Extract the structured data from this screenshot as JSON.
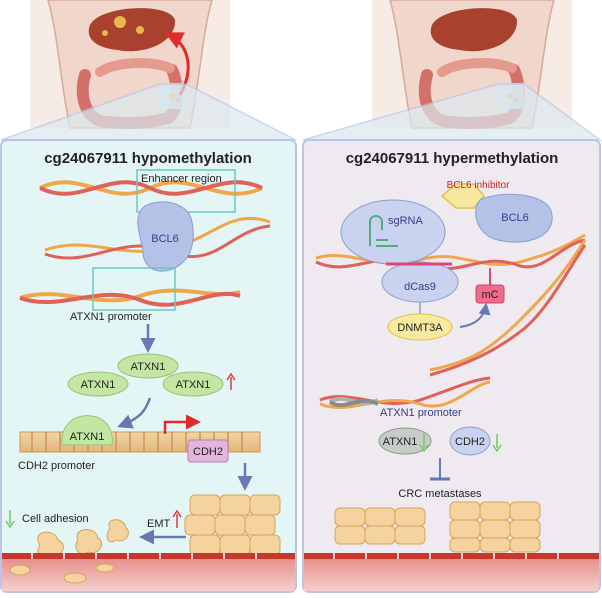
{
  "left_panel": {
    "title": "cg24067911 hypomethylation",
    "enhancer_label": "Enhancer region",
    "bcl6_label": "BCL6",
    "atxn1_promoter_label": "ATXN1 promoter",
    "atxn1_label": "ATXN1",
    "cdh2_promoter_label": "CDH2 promoter",
    "cdh2_label": "CDH2",
    "emt_label": "EMT",
    "cell_adhesion_label": "Cell adhesion"
  },
  "right_panel": {
    "title": "cg24067911 hypermethylation",
    "bcl6_inhibitor_label": "BCL6 inhibitor",
    "bcl6_label": "BCL6",
    "sgrna_label": "sgRNA",
    "dcas9_label": "dCas9",
    "mc_label": "mC",
    "dnmt3a_label": "DNMT3A",
    "atxn1_promoter_label": "ATXN1 promoter",
    "atxn1_label": "ATXN1",
    "cdh2_label": "CDH2",
    "metastases_label": "CRC metastases"
  },
  "colors": {
    "left_bg": "#e4f5f6",
    "right_bg": "#eeeaf0",
    "panel_border": "#b8c4ea",
    "bcl6": "#b4c2e8",
    "atxn1": "#c3e6a4",
    "cdh2": "#e3b5dd",
    "dnmt3a": "#f7ea9e",
    "mc": "#f06b8c",
    "up_arrow": "#e33a3a",
    "down_arrow": "#6ecb64",
    "tissue": "#c7372e"
  }
}
